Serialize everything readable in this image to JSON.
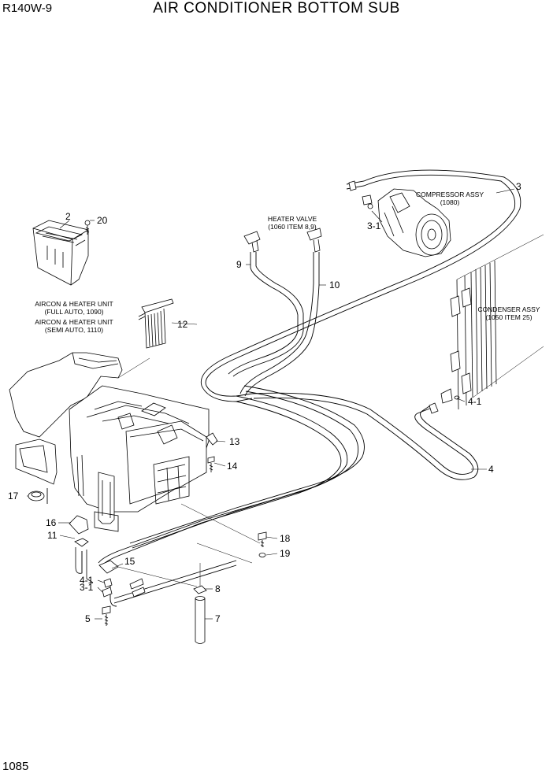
{
  "header": {
    "model": "R140W-9",
    "title": "AIR CONDITIONER BOTTOM SUB"
  },
  "footer": {
    "page_number": "1085"
  },
  "callouts": {
    "c2": "2",
    "c20": "20",
    "c3": "3",
    "c3_1_top": "3-1",
    "c9": "9",
    "c10": "10",
    "c12": "12",
    "c13": "13",
    "c14": "14",
    "c4": "4",
    "c4_1_right": "4-1",
    "c17": "17",
    "c16": "16",
    "c11": "11",
    "c15": "15",
    "c4_1_left": "4-1",
    "c3_1_left": "3-1",
    "c5": "5",
    "c8": "8",
    "c7": "7",
    "c18": "18",
    "c19": "19"
  },
  "labels": {
    "compressor_line1": "COMPRESSOR ASSY",
    "compressor_line2": "(1080)",
    "heater_valve_line1": "HEATER VALVE",
    "heater_valve_line2": "(1060 ITEM 8,9)",
    "condenser_line1": "CONDENSER ASSY",
    "condenser_line2": "(1050 ITEM 25)",
    "aircon_line1": "AIRCON & HEATER UNIT",
    "aircon_line2": "(FULL AUTO, 1090)",
    "aircon_line3": "AIRCON & HEATER UNIT",
    "aircon_line4": "(SEMI AUTO, 1110)"
  }
}
